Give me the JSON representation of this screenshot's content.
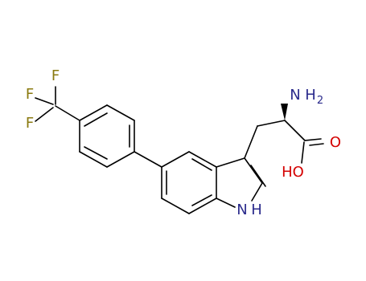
{
  "molecule": {
    "atoms": {
      "f_top": "F",
      "f_left_upper": "F",
      "f_left_lower": "F",
      "amine": "N",
      "amine_h": "H",
      "amine_sub": "2",
      "carbonyl_o": "O",
      "hydroxyl": "HO",
      "indole_n": "N",
      "indole_h": "H"
    },
    "colors": {
      "bond": "#000000",
      "fluorine": "#8a7a10",
      "nitrogen": "#2b2b8c",
      "oxygen": "#d40000"
    }
  }
}
